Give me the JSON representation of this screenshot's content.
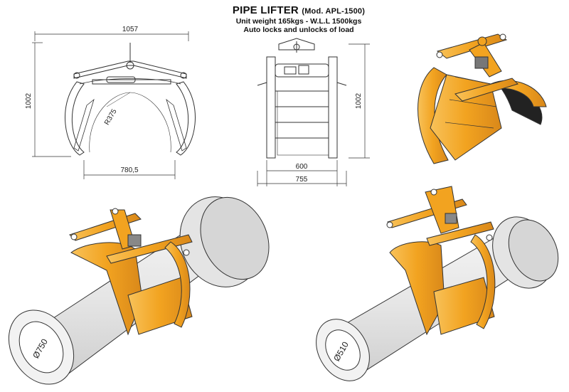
{
  "header": {
    "title": "PIPE LIFTER",
    "model": "(Mod. APL-1500)",
    "spec_line": "Unit weight 165kgs - W.L.L 1500kgs",
    "feature_line": "Auto locks and unlocks of load"
  },
  "front_view": {
    "width": "1057",
    "height": "1002",
    "radius": "R375",
    "opening": "780,5"
  },
  "side_view": {
    "height": "1002",
    "inner_width": "600",
    "outer_width": "755"
  },
  "pipe_left": {
    "diameter": "Ø750"
  },
  "pipe_right": {
    "diameter": "Ø510"
  },
  "colors": {
    "accent_orange": "#F2A320",
    "outline": "#333333",
    "pipe_fill": "#E8E8E8"
  }
}
